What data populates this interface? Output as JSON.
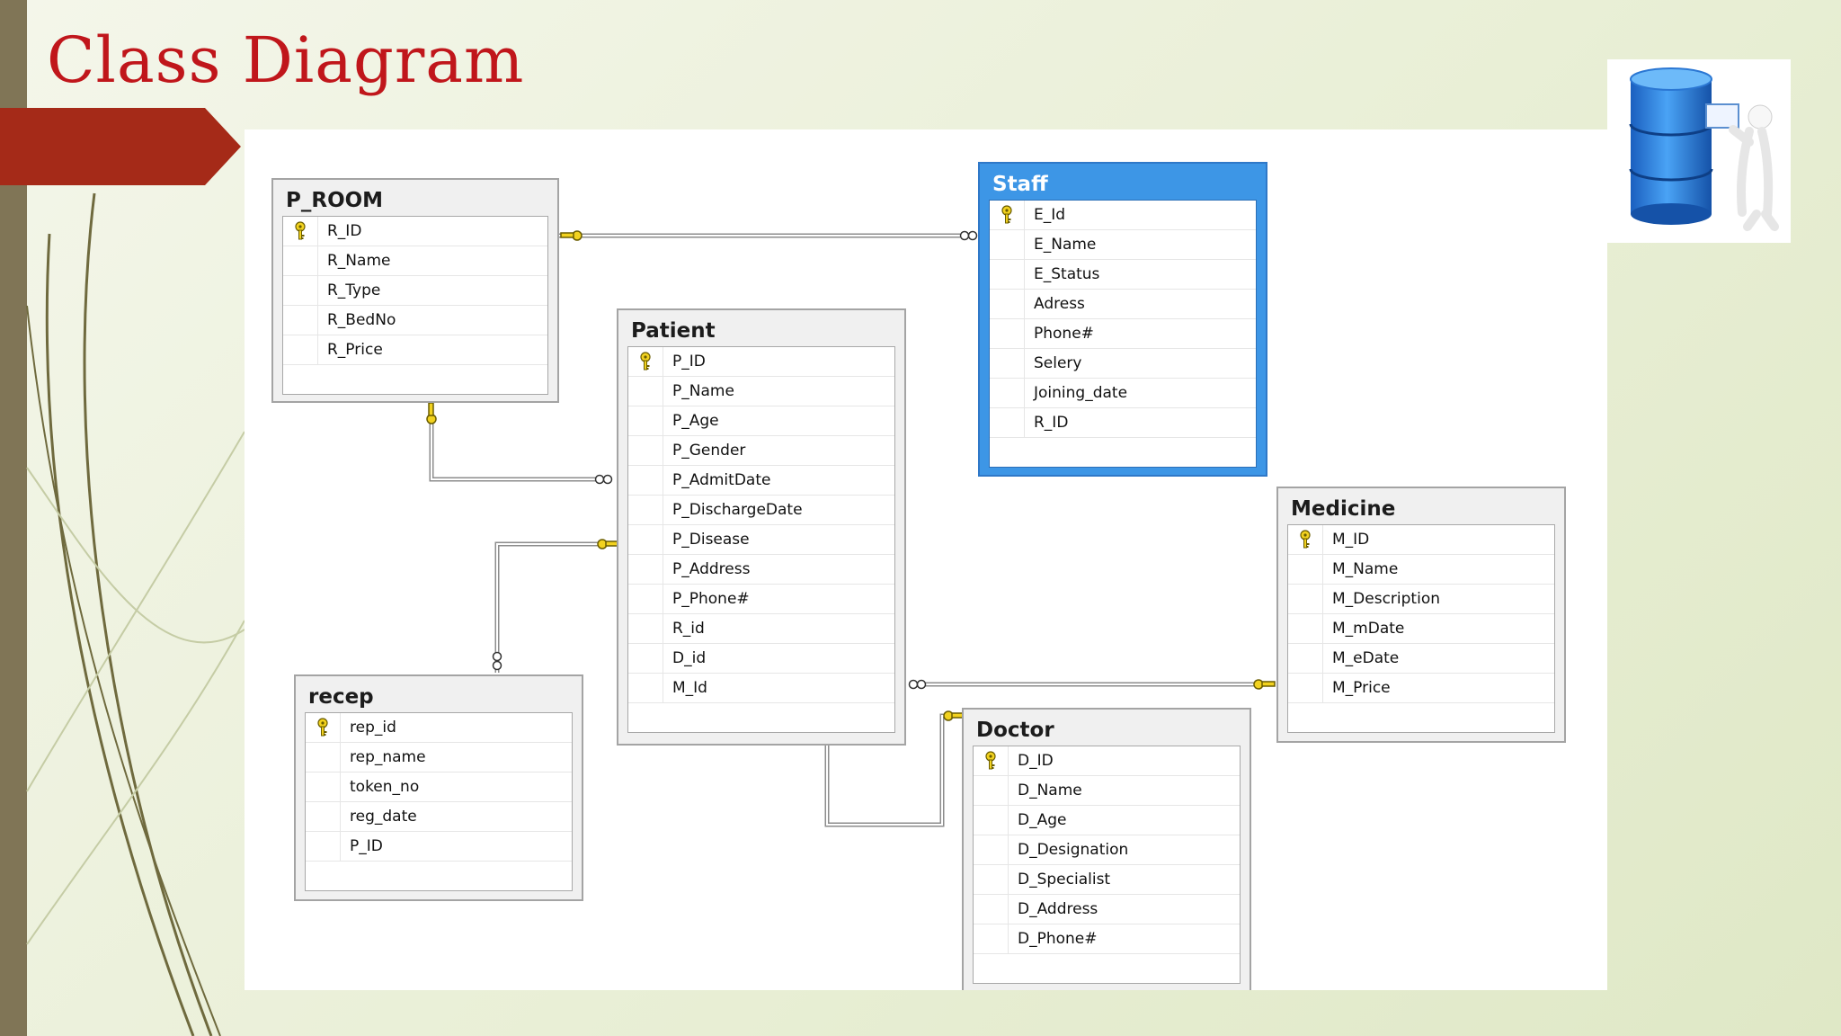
{
  "slide": {
    "title": "Class Diagram"
  },
  "tables": {
    "proom": {
      "name": "P_ROOM",
      "columns": [
        {
          "name": "R_ID",
          "pk": true
        },
        {
          "name": "R_Name"
        },
        {
          "name": "R_Type"
        },
        {
          "name": "R_BedNo"
        },
        {
          "name": "R_Price"
        }
      ]
    },
    "staff": {
      "name": "Staff",
      "columns": [
        {
          "name": "E_Id",
          "pk": true
        },
        {
          "name": "E_Name"
        },
        {
          "name": "E_Status"
        },
        {
          "name": "Adress"
        },
        {
          "name": "Phone#"
        },
        {
          "name": "Selery"
        },
        {
          "name": "Joining_date"
        },
        {
          "name": "R_ID"
        }
      ]
    },
    "patient": {
      "name": "Patient",
      "columns": [
        {
          "name": "P_ID",
          "pk": true
        },
        {
          "name": "P_Name"
        },
        {
          "name": "P_Age"
        },
        {
          "name": "P_Gender"
        },
        {
          "name": "P_AdmitDate"
        },
        {
          "name": "P_DischargeDate"
        },
        {
          "name": "P_Disease"
        },
        {
          "name": "P_Address"
        },
        {
          "name": "P_Phone#"
        },
        {
          "name": "R_id"
        },
        {
          "name": "D_id"
        },
        {
          "name": "M_Id"
        }
      ]
    },
    "medicine": {
      "name": "Medicine",
      "columns": [
        {
          "name": "M_ID",
          "pk": true
        },
        {
          "name": "M_Name"
        },
        {
          "name": "M_Description"
        },
        {
          "name": "M_mDate"
        },
        {
          "name": "M_eDate"
        },
        {
          "name": "M_Price"
        }
      ]
    },
    "recep": {
      "name": "recep",
      "columns": [
        {
          "name": "rep_id",
          "pk": true
        },
        {
          "name": "rep_name"
        },
        {
          "name": "token_no"
        },
        {
          "name": "reg_date"
        },
        {
          "name": "P_ID"
        }
      ]
    },
    "doctor": {
      "name": "Doctor",
      "columns": [
        {
          "name": "D_ID",
          "pk": true
        },
        {
          "name": "D_Name"
        },
        {
          "name": "D_Age"
        },
        {
          "name": "D_Designation"
        },
        {
          "name": "D_Specialist"
        },
        {
          "name": "D_Address"
        },
        {
          "name": "D_Phone#"
        }
      ]
    }
  },
  "selected_table": "staff",
  "colors": {
    "title": "#c0161b",
    "banner": "#a52a18",
    "selection": "#3d96e6",
    "key": "#f2d21f"
  }
}
